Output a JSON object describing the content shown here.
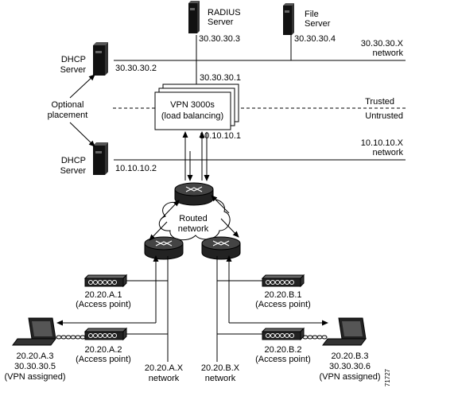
{
  "servers": {
    "radius": {
      "line1": "RADIUS",
      "line2": "Server",
      "ip": "30.30.30.3"
    },
    "file": {
      "line1": "File",
      "line2": "Server",
      "ip": "30.30.30.4"
    },
    "dhcp_top": {
      "line1": "DHCP",
      "line2": "Server",
      "ip": "30.30.30.2"
    },
    "dhcp_bottom": {
      "line1": "DHCP",
      "line2": "Server",
      "ip": "10.10.10.2"
    }
  },
  "networks": {
    "top": {
      "line1": "30.30.30.X",
      "line2": "network"
    },
    "bottom": {
      "line1": "10.10.10.X",
      "line2": "network"
    }
  },
  "vpn": {
    "line1": "VPN 3000s",
    "line2": "(load balancing)",
    "ip_top": "30.30.30.1",
    "ip_bottom": "10.10.10.1"
  },
  "zones": {
    "trusted": "Trusted",
    "untrusted": "Untrusted"
  },
  "optional": {
    "line1": "Optional",
    "line2": "placement"
  },
  "routed": {
    "line1": "Routed",
    "line2": "network"
  },
  "access_points": {
    "a1": {
      "ip": "20.20.A.1",
      "label": "(Access point)"
    },
    "a2": {
      "ip": "20.20.A.2",
      "label": "(Access point)"
    },
    "b1": {
      "ip": "20.20.B.1",
      "label": "(Access point)"
    },
    "b2": {
      "ip": "20.20.B.2",
      "label": "(Access point)"
    }
  },
  "laptops": {
    "left": {
      "line1": "20.20.A.3",
      "line2": "30.30.30.5",
      "line3": "(VPN assigned)"
    },
    "right": {
      "line1": "20.20.B.3",
      "line2": "30.30.30.6",
      "line3": "(VPN assigned)"
    }
  },
  "lan_labels": {
    "a": {
      "line1": "20.20.A.X",
      "line2": "network"
    },
    "b": {
      "line1": "20.20.B.X",
      "line2": "network"
    }
  },
  "figure_id": "71727"
}
